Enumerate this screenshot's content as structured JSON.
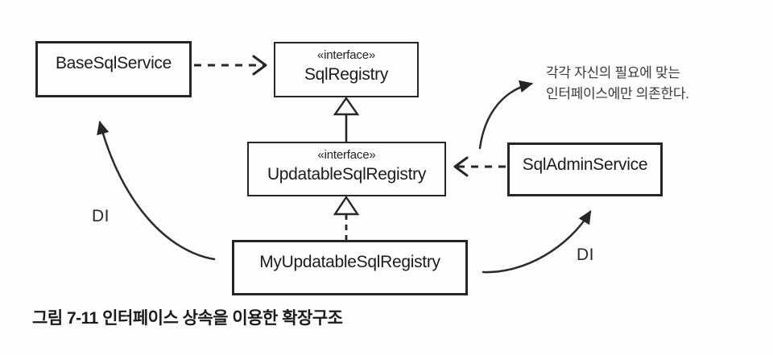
{
  "diagram": {
    "type": "uml-class-diagram",
    "nodes": {
      "base_sql_service": {
        "name": "BaseSqlService",
        "kind": "class"
      },
      "sql_registry": {
        "stereotype": "«interface»",
        "name": "SqlRegistry",
        "kind": "interface"
      },
      "updatable_sql_registry": {
        "stereotype": "«interface»",
        "name": "UpdatableSqlRegistry",
        "kind": "interface"
      },
      "sql_admin_service": {
        "name": "SqlAdminService",
        "kind": "class"
      },
      "my_updatable_sql_registry": {
        "name": "MyUpdatableSqlRegistry",
        "kind": "class"
      }
    },
    "edges": [
      {
        "from": "BaseSqlService",
        "to": "SqlRegistry",
        "type": "dependency",
        "style": "dashed-open-arrow"
      },
      {
        "from": "UpdatableSqlRegistry",
        "to": "SqlRegistry",
        "type": "generalization",
        "style": "solid-hollow-triangle"
      },
      {
        "from": "MyUpdatableSqlRegistry",
        "to": "UpdatableSqlRegistry",
        "type": "realization",
        "style": "dashed-hollow-triangle"
      },
      {
        "from": "SqlAdminService",
        "to": "UpdatableSqlRegistry",
        "type": "dependency",
        "style": "dashed-open-arrow"
      },
      {
        "from": "MyUpdatableSqlRegistry",
        "to": "BaseSqlService",
        "type": "dependency-injection",
        "label": "DI",
        "style": "curved-solid-arrow"
      },
      {
        "from": "MyUpdatableSqlRegistry",
        "to": "SqlAdminService",
        "type": "dependency-injection",
        "label": "DI",
        "style": "curved-solid-arrow"
      }
    ],
    "annotation": {
      "line1": "각각 자신의 필요에 맞는",
      "line2": "인터페이스에만 의존한다."
    },
    "caption": "그림 7-11 인터페이스 상속을 이용한 확장구조",
    "colors": {
      "ink": "#262626",
      "background": "#fdfdfd"
    }
  }
}
